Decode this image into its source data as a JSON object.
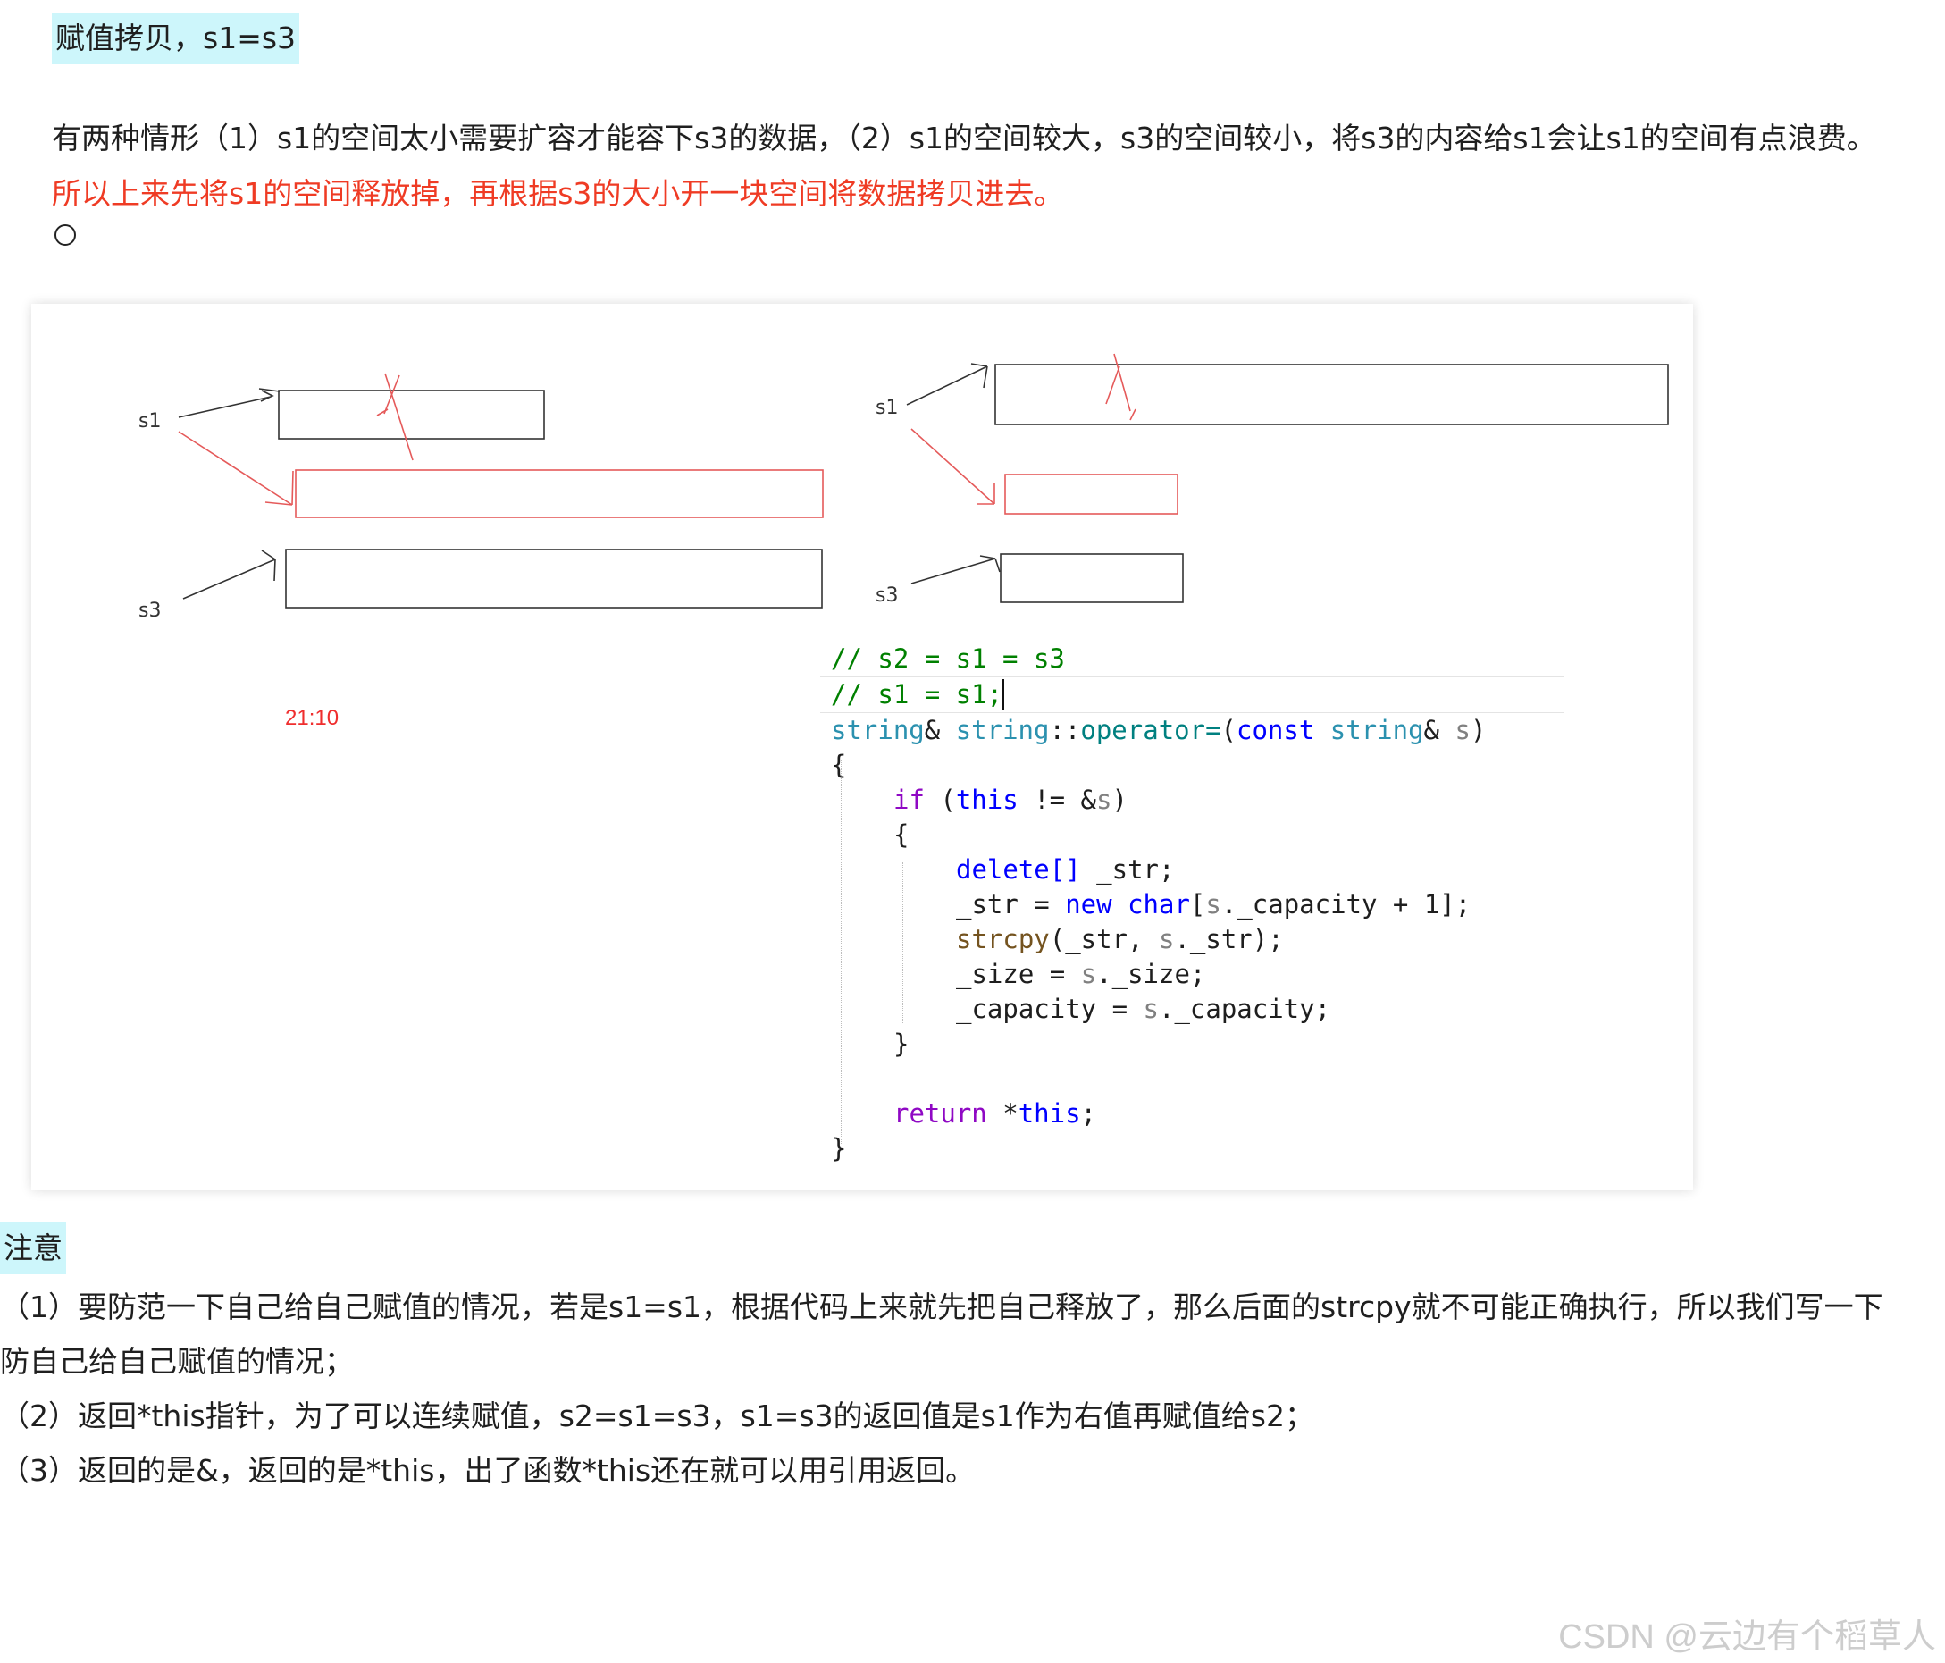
{
  "title": "赋值拷贝，s1=s3",
  "intro": {
    "text_black": "有两种情形（1）s1的空间太小需要扩容才能容下s3的数据，（2）s1的空间较大，s3的空间较小，将s3的内容给s1会让s1的空间有点浪费。",
    "text_red": "所以上来先将s1的空间释放掉，再根据s3的大小开一块空间将数据拷贝进去。"
  },
  "diagram": {
    "left_labels": [
      "s1",
      "s3"
    ],
    "right_labels": [
      "s1",
      "s3"
    ],
    "timestamp": "21:10"
  },
  "code": {
    "comment1": "// s2 = s1 = s3",
    "comment2": "// s1 = s1;",
    "sig_type1": "string",
    "sig_amp1": "&",
    "sig_space": " ",
    "sig_type2": "string",
    "sig_scope": "::",
    "sig_fn": "operator=",
    "sig_paren_open": "(",
    "sig_const": "const",
    "sig_type3": "string",
    "sig_amp2": "& ",
    "sig_param": "s",
    "sig_paren_close": ")",
    "brace_open": "{",
    "if_kw": "if",
    "if_open": " (",
    "if_this": "this",
    "if_neq": " != &",
    "if_s": "s",
    "if_close": ")",
    "inner_open": "{",
    "delete_kw": "delete[]",
    "delete_rest": " _str;",
    "str_assign": "_str = ",
    "new_kw": "new",
    "char_kw": "char",
    "bracket_open": "[",
    "s_ref1": "s",
    "cap_rest": "._capacity + 1];",
    "strcpy_fn": "strcpy",
    "strcpy_mid": "(_str, ",
    "s_ref2": "s",
    "strcpy_end": "._str);",
    "size_lhs": "_size = ",
    "s_ref3": "s",
    "size_rhs": "._size;",
    "cap_lhs": "_capacity = ",
    "s_ref4": "s",
    "cap_rhs": "._capacity;",
    "inner_close": "}",
    "return_kw": "return",
    "return_star": " *",
    "return_this": "this",
    "return_semi": ";",
    "brace_close": "}"
  },
  "notes": {
    "heading": "注意",
    "items": [
      "（1）要防范一下自己给自己赋值的情况，若是s1=s1，根据代码上来就先把自己释放了，那么后面的strcpy就不可能正确执行，所以我们写一下防自己给自己赋值的情况；",
      "（2）返回*this指针，为了可以连续赋值，s2=s1=s3，s1=s3的返回值是s1作为右值再赋值给s2；",
      "（3）返回的是&，返回的是*this，出了函数*this还在就可以用引用返回。"
    ]
  },
  "watermark": "CSDN @云边有个稻草人",
  "colors": {
    "highlight": "#cdf6fb",
    "red_text": "#ef3b24",
    "comment": "#008000",
    "type": "#2b91af",
    "keyword": "#0000ff",
    "control": "#8f08c4",
    "function": "#74531f",
    "param": "#808080"
  }
}
